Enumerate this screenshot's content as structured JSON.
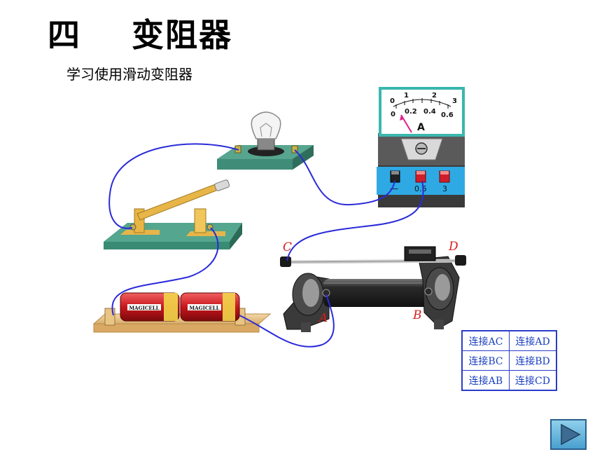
{
  "title": "四    变阻器",
  "subtitle": "学习使用滑动变阻器",
  "ammeter": {
    "scale_top": [
      "0",
      "1",
      "2",
      "3"
    ],
    "scale_bottom": [
      "0",
      "0.2",
      "0.4",
      "0.6"
    ],
    "unit": "A",
    "terminals": [
      "—",
      "0.6",
      "3"
    ]
  },
  "rheostat_labels": {
    "c": "C",
    "d": "D",
    "a": "A",
    "b": "B"
  },
  "battery_brand": "MAGICELL",
  "table": {
    "rows": [
      [
        "连接AC",
        "连接AD"
      ],
      [
        "连接BC",
        "连接BD"
      ],
      [
        "连接AB",
        "连接CD"
      ]
    ]
  },
  "colors": {
    "wire": "#2b2bd9",
    "board": "#4e9e86",
    "ammeter_face": "#3ab7ae",
    "table_border": "#2a3cc9"
  }
}
